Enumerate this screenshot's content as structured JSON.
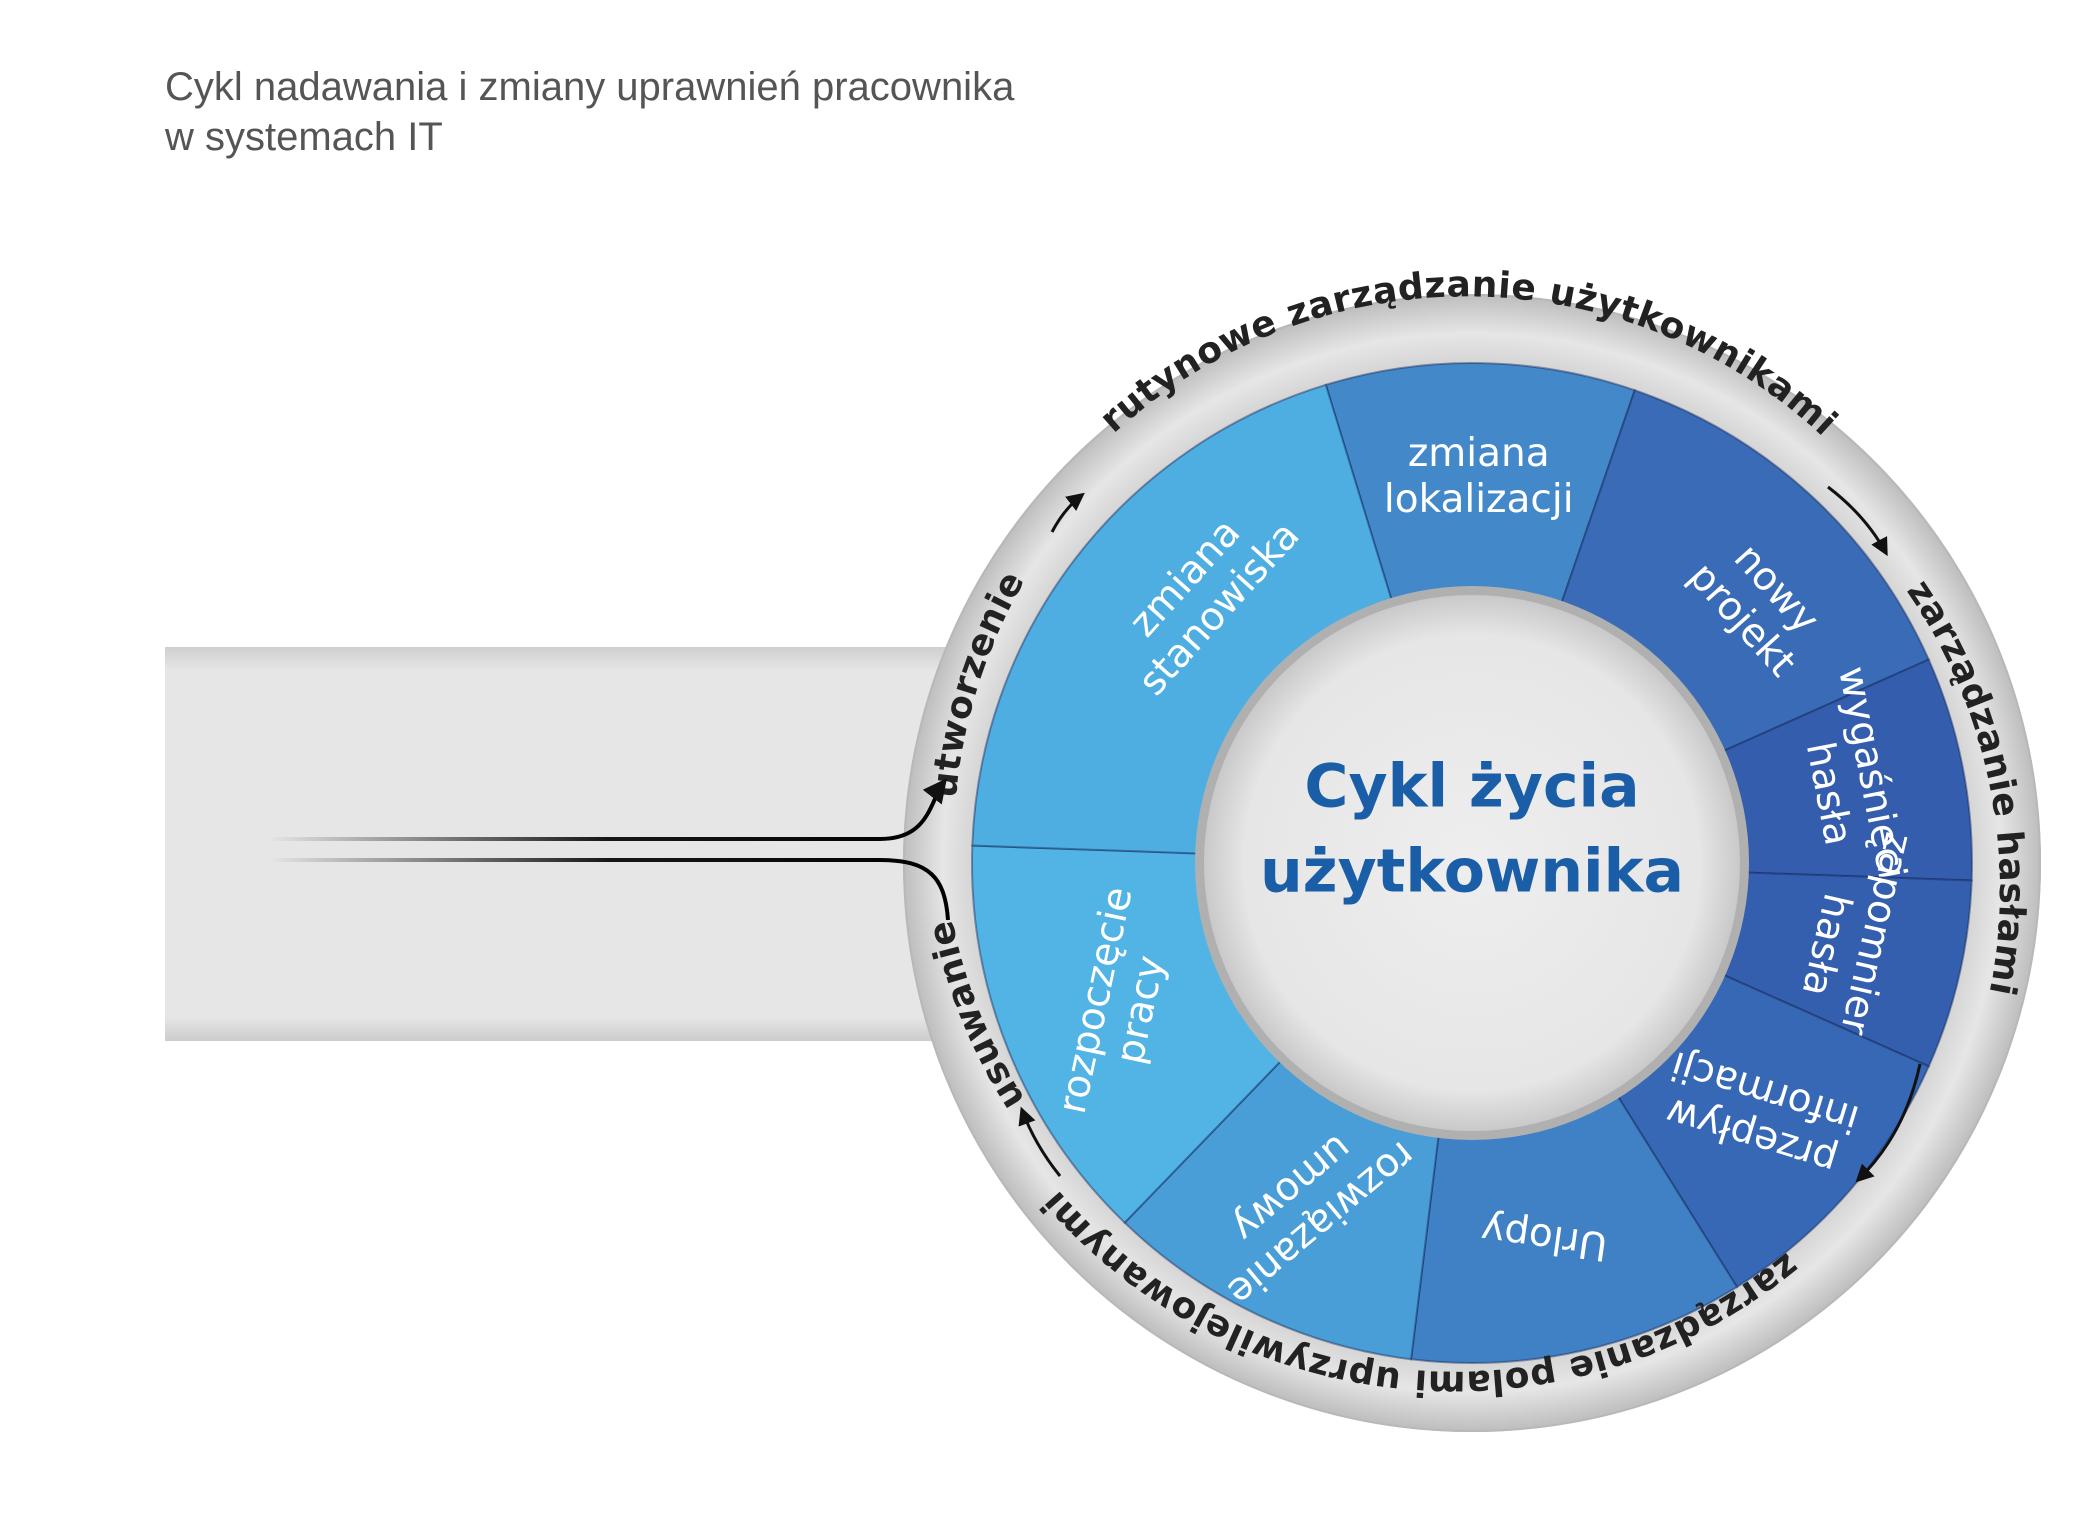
{
  "title": {
    "line1": "Cykl nadawania i zmiany uprawnień pracownika",
    "line2": "w systemach IT"
  },
  "center": {
    "line1": "Cykl życia",
    "line2": "użytkownika"
  },
  "ring_labels": {
    "top": "rutynowe zarządzanie użytkownikami",
    "right": "zarządzanie hasłami",
    "bottom": "zarządzanie polami uprzywilejowanymi",
    "create": "utworzenie",
    "remove": "usuwanie"
  },
  "segments": [
    {
      "id": "zmiana-lokalizacji",
      "lines": [
        "zmiana",
        "lokalizacji"
      ]
    },
    {
      "id": "nowy-projekt",
      "lines": [
        "nowy",
        "projekt"
      ]
    },
    {
      "id": "wygasniecie-hasla",
      "lines": [
        "wygaśnięcie",
        "hasła"
      ]
    },
    {
      "id": "zapomnienie-hasla",
      "lines": [
        "zapomnienie",
        "hasła"
      ]
    },
    {
      "id": "przeplyw-informacji",
      "lines": [
        "przepływ",
        "informacji"
      ]
    },
    {
      "id": "urlopy",
      "lines": [
        "Urlopy"
      ]
    },
    {
      "id": "rozwiazanie-umowy",
      "lines": [
        "rozwiązanie",
        "umowy"
      ]
    },
    {
      "id": "rozpoczecie-pracy",
      "lines": [
        "rozpoczęcie",
        "pracy"
      ]
    },
    {
      "id": "zmiana-stanowiska",
      "lines": [
        "zmiana",
        "stanowiska"
      ]
    }
  ],
  "colors": {
    "light_blue": "#57c5f0",
    "dark_blue": "#2f4fa5",
    "center_text": "#1a5ea8",
    "ring_grey": "#d9d9d9",
    "title": "#555555"
  }
}
